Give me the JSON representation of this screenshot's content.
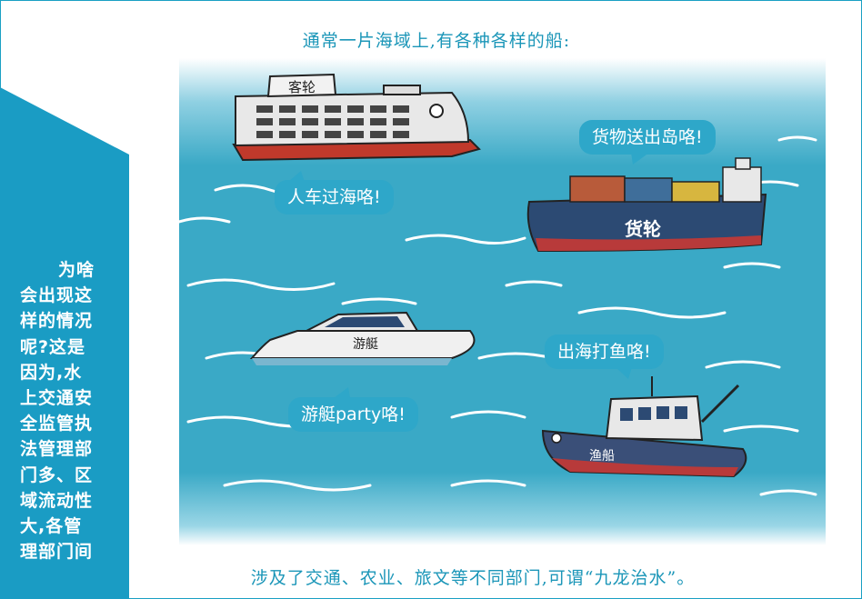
{
  "captions": {
    "top": "通常一片海域上,有各种各样的船:",
    "bottom": "涉及了交通、农业、旅文等不同部门,可谓“九龙治水”。"
  },
  "side_text": {
    "lines": [
      "为啥",
      "会出现这",
      "样的情况",
      "呢?这是",
      "因为,水",
      "上交通安",
      "全监管执",
      "法管理部",
      "门多、区",
      "域流动性",
      "大,各管",
      "理部门间"
    ]
  },
  "bubbles": {
    "cargo": "货物送出岛咯!",
    "ferry": "人车过海咯!",
    "fishing": "出海打鱼咯!",
    "yacht": "游艇party咯!"
  },
  "ship_labels": {
    "ferry": "客轮",
    "cargo": "货轮",
    "yacht": "游艇",
    "fishing": "渔船"
  },
  "colors": {
    "accent": "#1b96b8",
    "side_panel": "#1a9cc4",
    "sea": "#3aa9c6",
    "bubble": "#2ea7c9"
  }
}
